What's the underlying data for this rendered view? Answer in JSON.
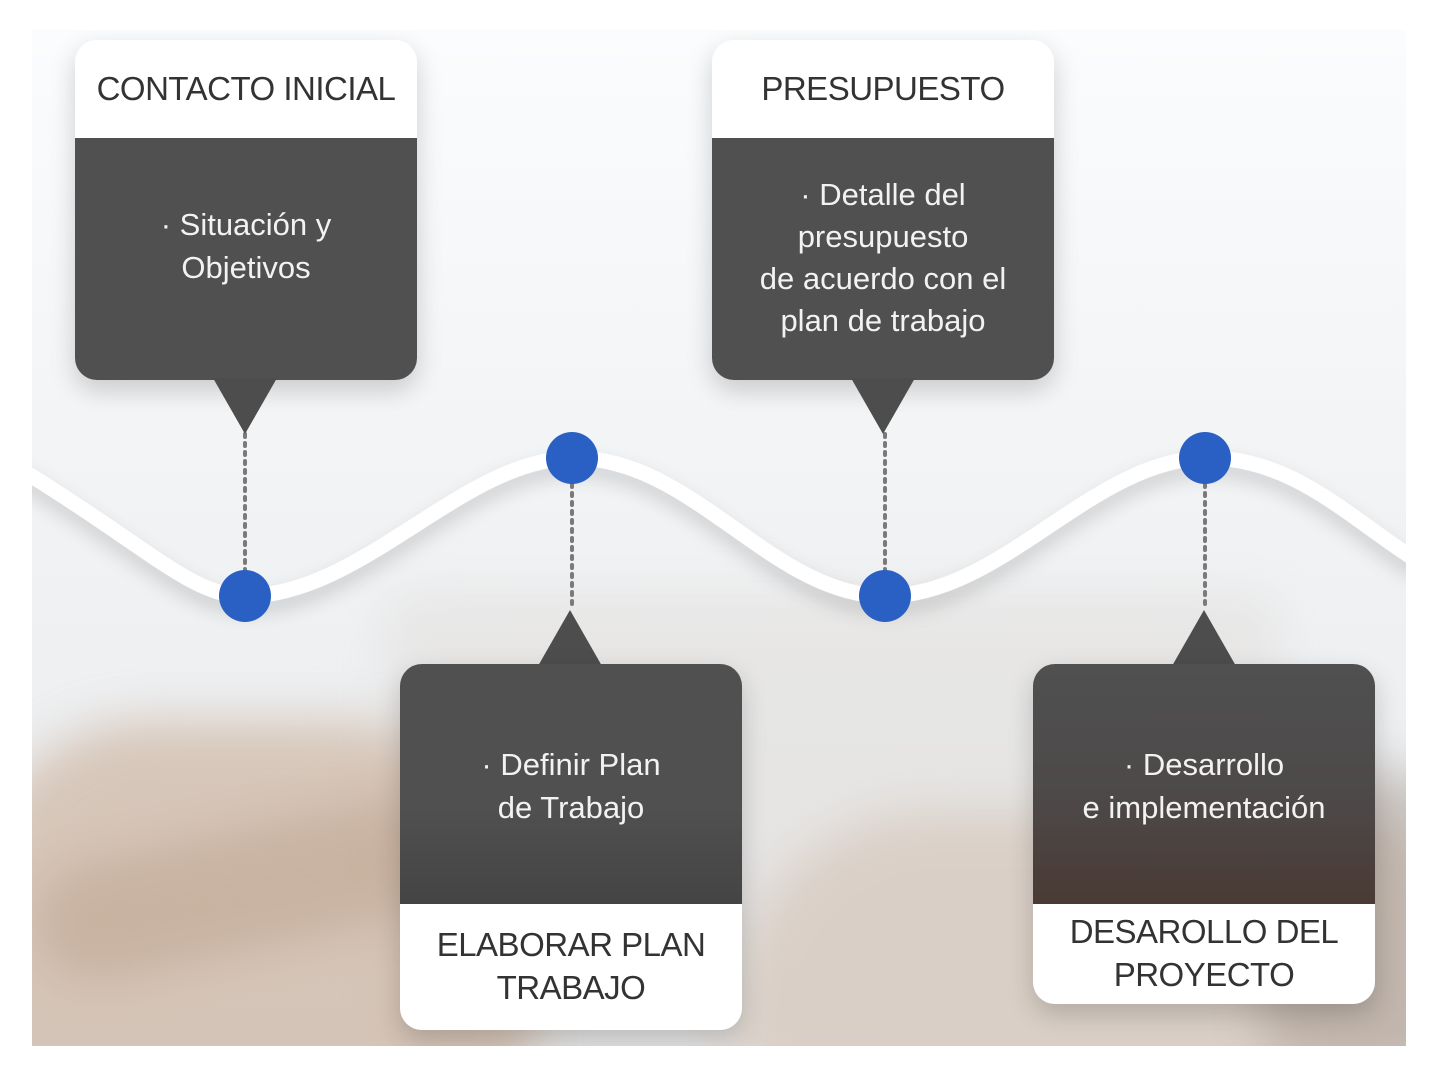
{
  "steps": [
    {
      "title": "CONTACTO INICIAL",
      "detail": "· Situación y\nObjetivos"
    },
    {
      "title": "ELABORAR PLAN\nTRABAJO",
      "detail": "· Definir Plan\nde Trabajo"
    },
    {
      "title": "PRESUPUESTO",
      "detail": "· Detalle del\npresupuesto\nde acuerdo con el\nplan de trabajo"
    },
    {
      "title": "DESAROLLO DEL\nPROYECTO",
      "detail": "· Desarrollo\ne implementación"
    }
  ],
  "colors": {
    "node": "#2a5fc4",
    "card_body": "#505050",
    "card_label_bg": "#ffffff",
    "connector": "#7a7a7a",
    "wave": "#ffffff"
  }
}
